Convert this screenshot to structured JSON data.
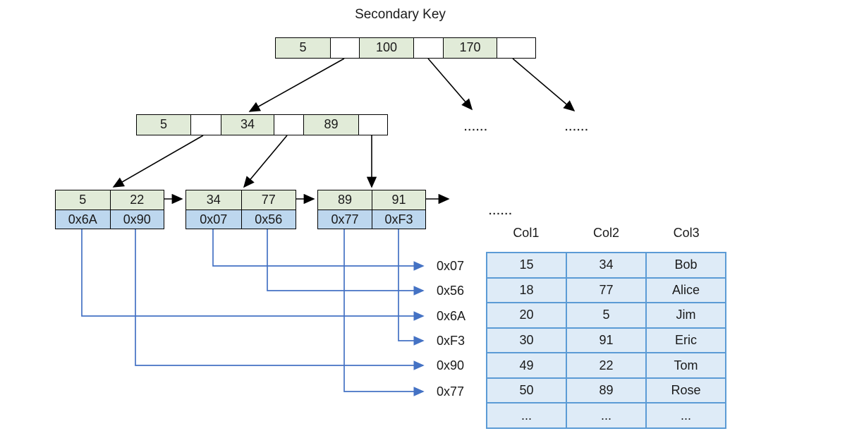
{
  "title": "Secondary Key",
  "tree": {
    "root": {
      "cells": [
        "5",
        "",
        "100",
        "",
        "170",
        ""
      ]
    },
    "internal": {
      "cells": [
        "5",
        "",
        "34",
        "",
        "89",
        ""
      ]
    },
    "leaves": [
      {
        "keys": [
          "5",
          "22"
        ],
        "pointers": [
          "0x6A",
          "0x90"
        ]
      },
      {
        "keys": [
          "34",
          "77"
        ],
        "pointers": [
          "0x07",
          "0x56"
        ]
      },
      {
        "keys": [
          "89",
          "91"
        ],
        "pointers": [
          "0x77",
          "0xF3"
        ]
      }
    ]
  },
  "ellipsis": {
    "subtree_a": "......",
    "subtree_b": "......",
    "leaf_chain": "......"
  },
  "pointer_labels": [
    "0x07",
    "0x56",
    "0x6A",
    "0xF3",
    "0x90",
    "0x77"
  ],
  "table": {
    "headers": [
      "Col1",
      "Col2",
      "Col3"
    ],
    "rows": [
      [
        "15",
        "34",
        "Bob"
      ],
      [
        "18",
        "77",
        "Alice"
      ],
      [
        "20",
        "5",
        "Jim"
      ],
      [
        "30",
        "91",
        "Eric"
      ],
      [
        "49",
        "22",
        "Tom"
      ],
      [
        "50",
        "89",
        "Rose"
      ],
      [
        "...",
        "...",
        "..."
      ]
    ]
  },
  "colors": {
    "key_cell_fill": "#E1EBD8",
    "pointer_cell_fill": "#BDD7EE",
    "table_cell_fill": "#DEEBF7",
    "table_border": "#5B9BD5",
    "connector_blue": "#4472C4",
    "edge_black": "#000000"
  }
}
